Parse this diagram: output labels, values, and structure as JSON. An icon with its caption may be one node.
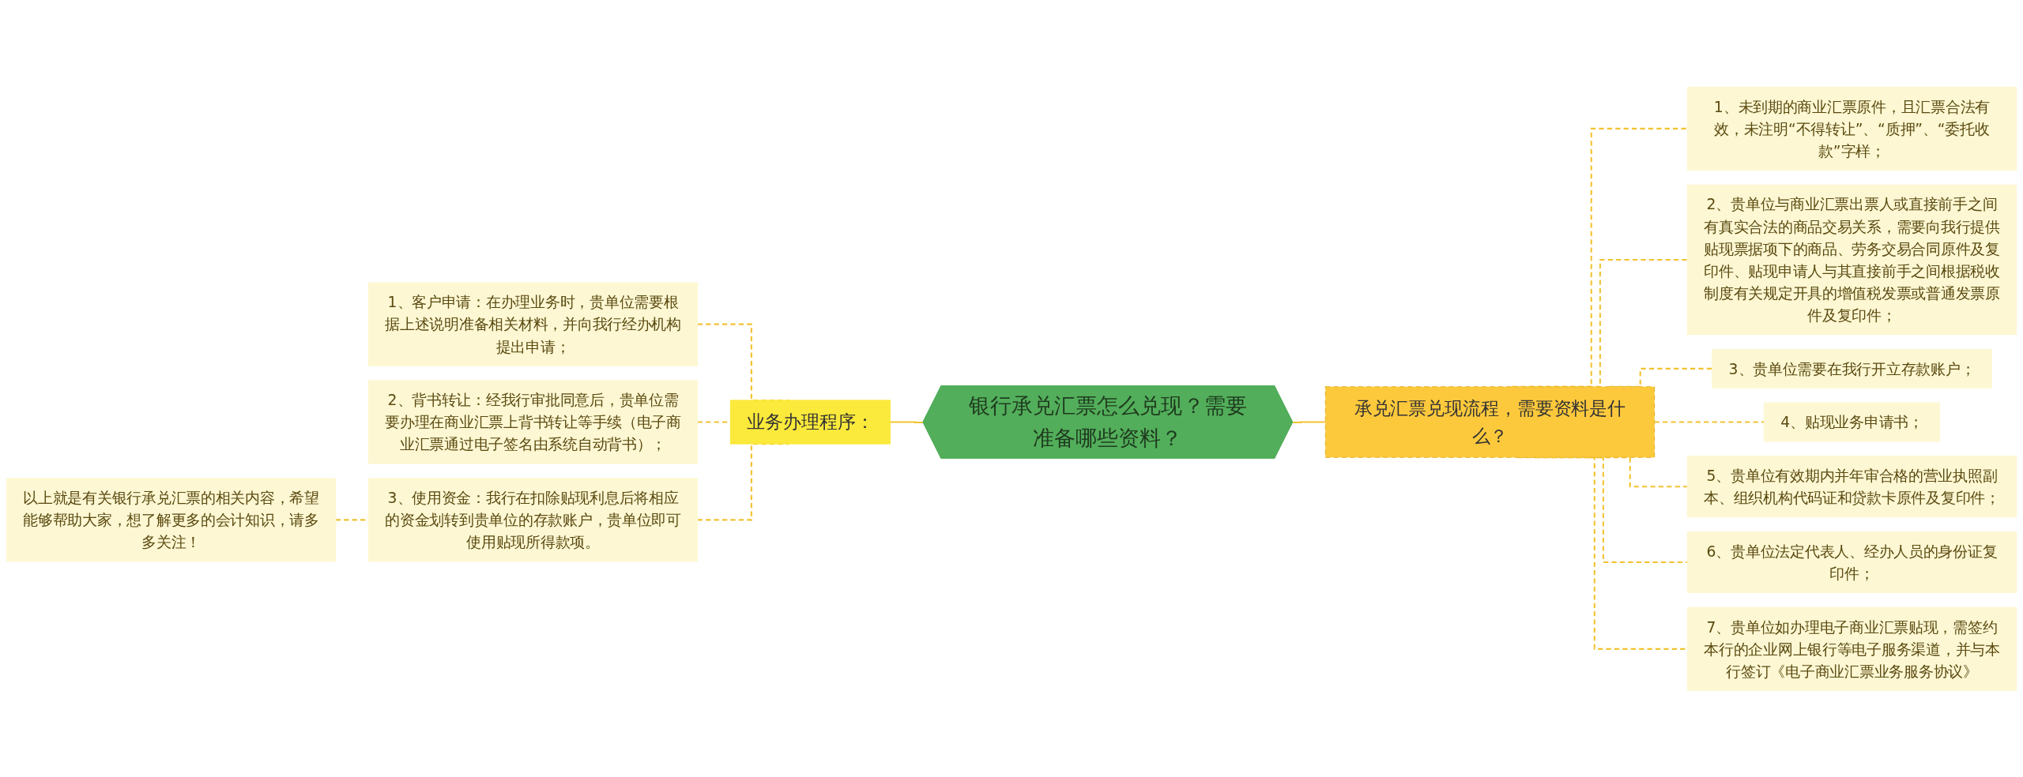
{
  "diagram": {
    "nodes": [
      {
        "text": [
          "银行承兑汇票怎么兑现？需要准备哪些资料？"
        ]
      },
      {
        "text": [
          "业务办理程序："
        ]
      },
      {
        "text": [
          "1、客户申请：在办理业务时，贵单位需要根据上述说明准备相关材料，并向我行经办机构提出申请；"
        ]
      },
      {
        "text": [
          "2、背书转让：经我行审批同意后，贵单位需要办理在商业汇票上背书转让等手续（电子商业汇票通过电子签名由系统自动背书）；"
        ]
      },
      {
        "text": [
          "3、使用资金：我行在扣除贴现利息后将相应的资金划转到贵单位的存款账户，贵单位即可使用贴现所得款项。"
        ]
      },
      {
        "text": [
          "以上就是有关银行承兑汇票的相关内容，希望能够帮助大家，想了解更多的会计知识，请多多关注！"
        ]
      },
      {
        "text": [
          "承兑汇票兑现流程，需要资料是什么？"
        ]
      },
      {
        "text": [
          "1、未到期的商业汇票原件，且汇票合法有效，未注明“不得转让”、“质押”、“委托收款”字样；"
        ]
      },
      {
        "text": [
          "2、贵单位与商业汇票出票人或直接前手之间有真实合法的商品交易关系，需要向我行提供贴现票据项下的商品、劳务交易合同原件及复印件、贴现申请人与其直接前手之间根据税收制度有关规定开具的增值税发票或普通发票原件及复印件；"
        ]
      },
      {
        "text": [
          "3、贵单位需要在我行开立存款账户；"
        ]
      },
      {
        "text": [
          "4、贴现业务申请书；"
        ]
      },
      {
        "text": [
          "5、贵单位有效期内并年审合格的营业执照副本、组织机构代码证和贷款卡原件及复印件；"
        ]
      },
      {
        "text": [
          "6、贵单位法定代表人、经办人员的身份证复印件；"
        ]
      },
      {
        "text": [
          "7、贵单位如办理电子商业汇票贴现，需签约本行的企业网上银行等电子服务渠道，并与本行签订《电子商业汇票业务服务协议》"
        ]
      }
    ],
    "edges": [
      {
        "from": 1,
        "to": 0,
        "arrow": "none"
      },
      {
        "from": 2,
        "to": 1,
        "arrow": "none",
        "style": "dashed"
      },
      {
        "from": 3,
        "to": 1,
        "arrow": "none",
        "style": "dashed"
      },
      {
        "from": 4,
        "to": 1,
        "arrow": "none",
        "style": "dashed"
      },
      {
        "from": 5,
        "to": 4,
        "arrow": "none",
        "style": "dashed"
      },
      {
        "from": 0,
        "to": 6,
        "arrow": "none"
      },
      {
        "from": 6,
        "to": 7,
        "arrow": "none",
        "style": "dashed"
      },
      {
        "from": 6,
        "to": 8,
        "arrow": "none",
        "style": "dashed"
      },
      {
        "from": 6,
        "to": 9,
        "arrow": "none",
        "style": "dashed"
      },
      {
        "from": 6,
        "to": 10,
        "arrow": "none",
        "style": "dashed"
      },
      {
        "from": 6,
        "to": 11,
        "arrow": "none",
        "style": "dashed"
      },
      {
        "from": 6,
        "to": 12,
        "arrow": "none",
        "style": "dashed"
      },
      {
        "from": 6,
        "to": 13,
        "arrow": "none",
        "style": "dashed"
      }
    ]
  }
}
